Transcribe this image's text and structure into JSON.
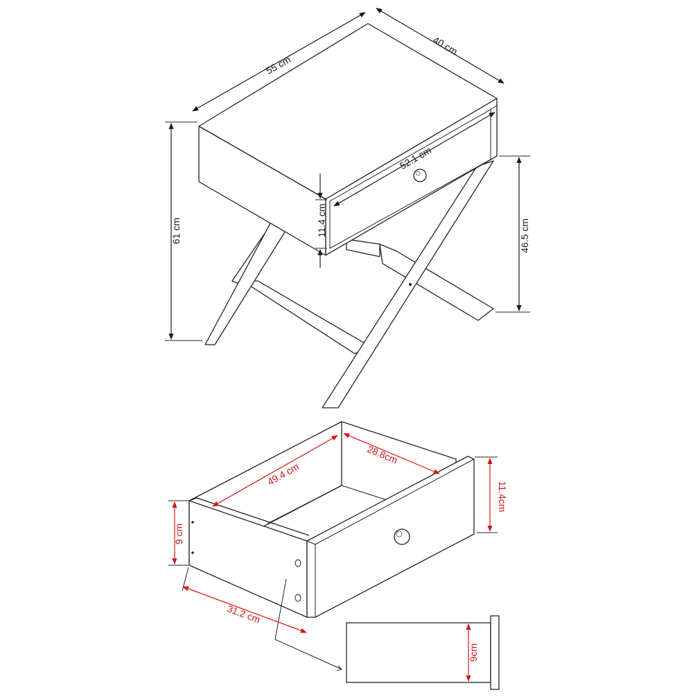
{
  "colors": {
    "line": "#222222",
    "dimension_black": "#1a1a1a",
    "dimension_red": "#d41414",
    "background": "#ffffff"
  },
  "table_dimensions": {
    "width": "55 cm",
    "depth": "40 cm",
    "height": "61 cm",
    "leg_height": "46.5 cm",
    "drawer_front_width": "52.1 cm",
    "drawer_front_height": "11.4 cm"
  },
  "drawer_dimensions": {
    "inner_length": "49.4 cm",
    "inner_depth": "28.8cm",
    "front_height": "11.4cm",
    "side_height": "9 cm",
    "side_length": "31.2 cm",
    "back_height": "9cm"
  }
}
